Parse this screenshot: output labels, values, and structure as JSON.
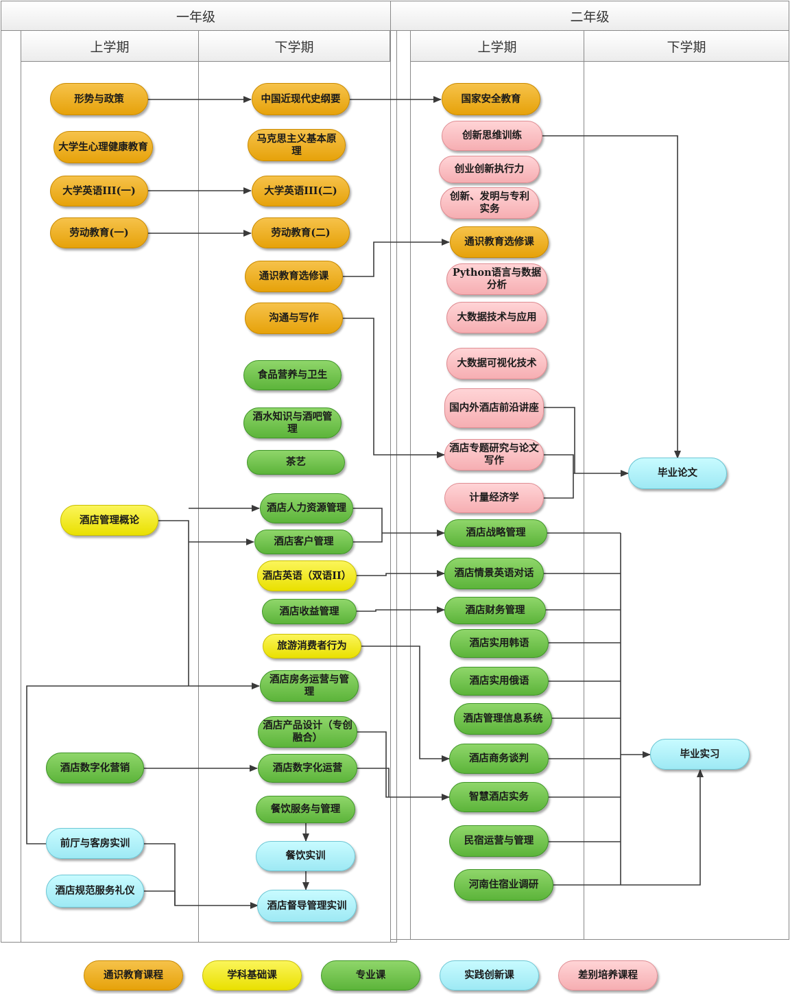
{
  "headers": {
    "year1": "一年级",
    "year2": "二年级",
    "y1_sem1": "上学期",
    "y1_sem2": "下学期",
    "y2_sem1": "上学期",
    "y2_sem2": "下学期"
  },
  "nodes": {
    "n1": "形势与政策",
    "n2": "大学生心理健康教育",
    "n3": "大学英语III(一)",
    "n4": "劳动教育(一)",
    "n5": "酒店管理概论",
    "n6": "酒店数字化营销",
    "n7": "前厅与客房实训",
    "n8": "酒店规范服务礼仪",
    "m1": "中国近现代史纲要",
    "m2": "马克思主义基本原理",
    "m3": "大学英语III(二)",
    "m4": "劳动教育(二)",
    "m5": "通识教育选修课",
    "m6": "沟通与写作",
    "m7": "食品营养与卫生",
    "m8": "酒水知识与酒吧管理",
    "m9": "茶艺",
    "m10": "酒店人力资源管理",
    "m11": "酒店客户管理",
    "m12": "酒店英语（双语II）",
    "m13": "酒店收益管理",
    "m14": "旅游消费者行为",
    "m15": "酒店房务运营与管理",
    "m16": "酒店产品设计（专创融合）",
    "m17": "酒店数字化运营",
    "m18": "餐饮服务与管理",
    "m19": "餐饮实训",
    "m20": "酒店督导管理实训",
    "r1": "国家安全教育",
    "r2": "创新思维训练",
    "r3": "创业创新执行力",
    "r4": "创新、发明与专利实务",
    "r5": "通识教育选修课",
    "r6": "Python语言与数据分析",
    "r7": "大数据技术与应用",
    "r8": "大数据可视化技术",
    "r9": "国内外酒店前沿讲座",
    "r10": "酒店专题研究与论文写作",
    "r11": "计量经济学",
    "r12": "酒店战略管理",
    "r13": "酒店情景英语对话",
    "r14": "酒店财务管理",
    "r15": "酒店实用韩语",
    "r16": "酒店实用俄语",
    "r17": "酒店管理信息系统",
    "r18": "酒店商务谈判",
    "r19": "智慧酒店实务",
    "r20": "民宿运营与管理",
    "r21": "河南住宿业调研",
    "t1": "毕业论文",
    "t2": "毕业实习"
  },
  "legend": {
    "general": "通识教育课程",
    "basic": "学科基础课",
    "major": "专业课",
    "practice": "实践创新课",
    "diff": "差别培养课程"
  },
  "colors": {
    "general": "#e9a817",
    "basic": "#f1ea14",
    "major": "#6cc04a",
    "practice": "#aef0f8",
    "diff": "#f8bcc0",
    "line": "#3a3a3a"
  }
}
